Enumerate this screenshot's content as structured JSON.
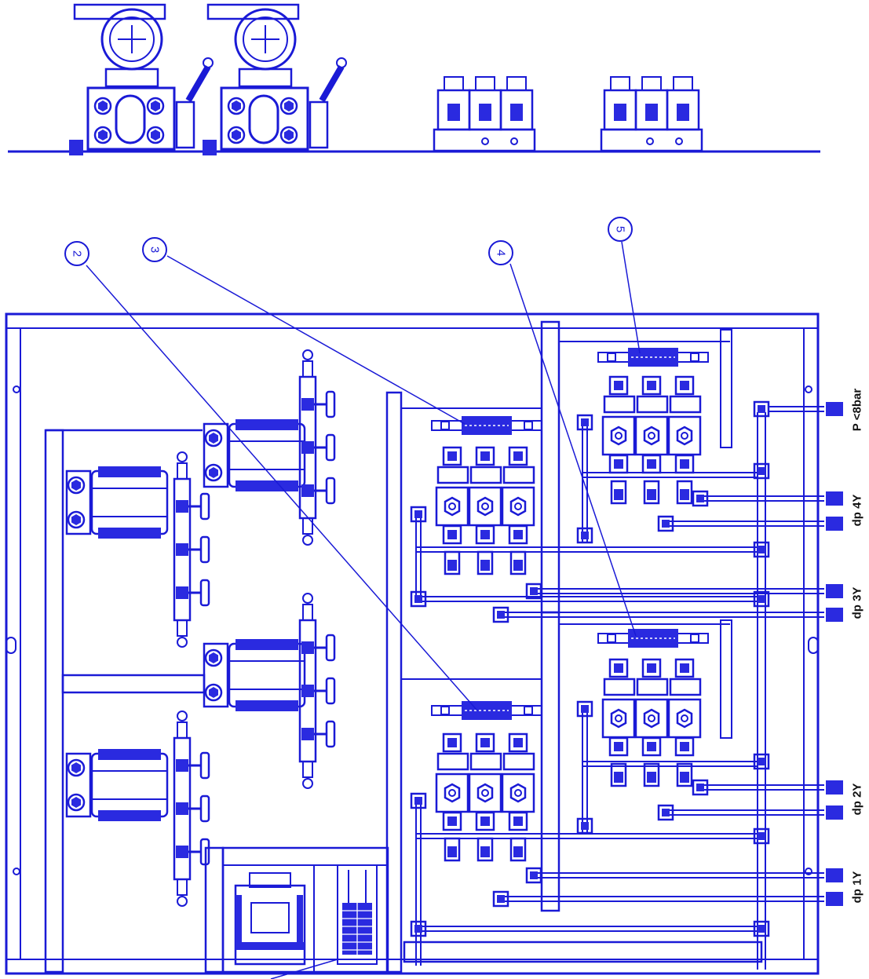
{
  "drawing": {
    "ink_color": "#1a1ad6",
    "fill_color": "#2a2ae0",
    "paper_color": "#ffffff",
    "label_color": "#111111"
  },
  "callouts": [
    {
      "id": "2",
      "label": "2"
    },
    {
      "id": "3",
      "label": "3"
    },
    {
      "id": "4",
      "label": "4"
    },
    {
      "id": "5",
      "label": "5"
    }
  ],
  "ports": [
    {
      "id": "p8",
      "label": "P <8bar"
    },
    {
      "id": "dp4",
      "label": "dp 4Y"
    },
    {
      "id": "dp3",
      "label": "dp 3Y"
    },
    {
      "id": "dp2",
      "label": "dp 2Y"
    },
    {
      "id": "dp1",
      "label": "dp 1Y"
    }
  ]
}
